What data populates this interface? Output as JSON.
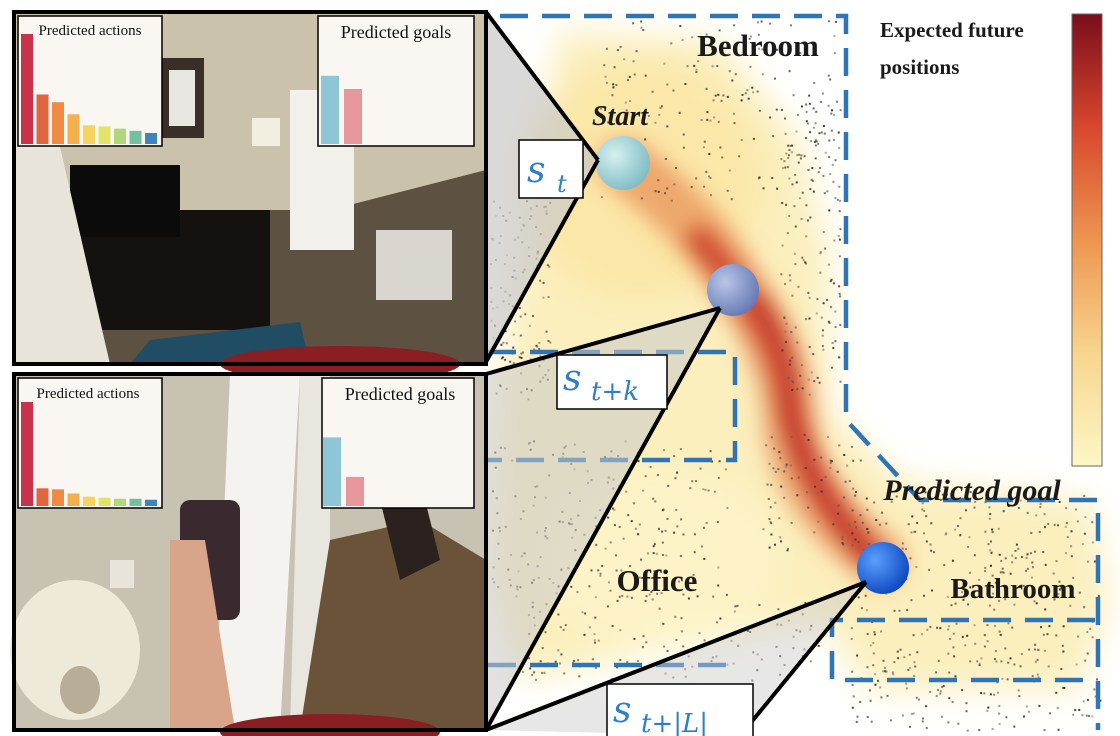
{
  "panels": [
    {
      "actions_label": "Predicted actions",
      "goals_label": "Predicted goals",
      "actions_values": [
        1.0,
        0.45,
        0.38,
        0.27,
        0.17,
        0.16,
        0.14,
        0.12,
        0.1
      ],
      "goals_values": [
        0.62,
        0.5
      ]
    },
    {
      "actions_label": "Predicted actions",
      "goals_label": "Predicted goals",
      "actions_values": [
        1.0,
        0.17,
        0.16,
        0.12,
        0.09,
        0.08,
        0.07,
        0.07,
        0.06
      ],
      "goals_values": [
        0.66,
        0.28
      ]
    }
  ],
  "map": {
    "rooms": {
      "bedroom": "Bedroom",
      "office": "Office",
      "bathroom": "Bathroom"
    },
    "start_label": "Start",
    "goal_label": "Predicted goal",
    "state_labels": {
      "s_t_main": "s",
      "s_t_sub": "t",
      "s_tk_main": "s",
      "s_tk_sub": "t+k",
      "s_tl_main": "s",
      "s_tl_sub": "t+|L|"
    }
  },
  "colorbar": {
    "title_line1": "Expected future",
    "title_line2": "positions"
  },
  "colors": {
    "room_border": "#2f74b5",
    "bar_palette": [
      "#c8324a",
      "#e0663f",
      "#ef8a45",
      "#f5b04e",
      "#f6d35d",
      "#e3e36a",
      "#b2d77a",
      "#73bfa0",
      "#3b86c0"
    ],
    "goal_bars": [
      "#8ec6d8",
      "#e5979c"
    ]
  }
}
